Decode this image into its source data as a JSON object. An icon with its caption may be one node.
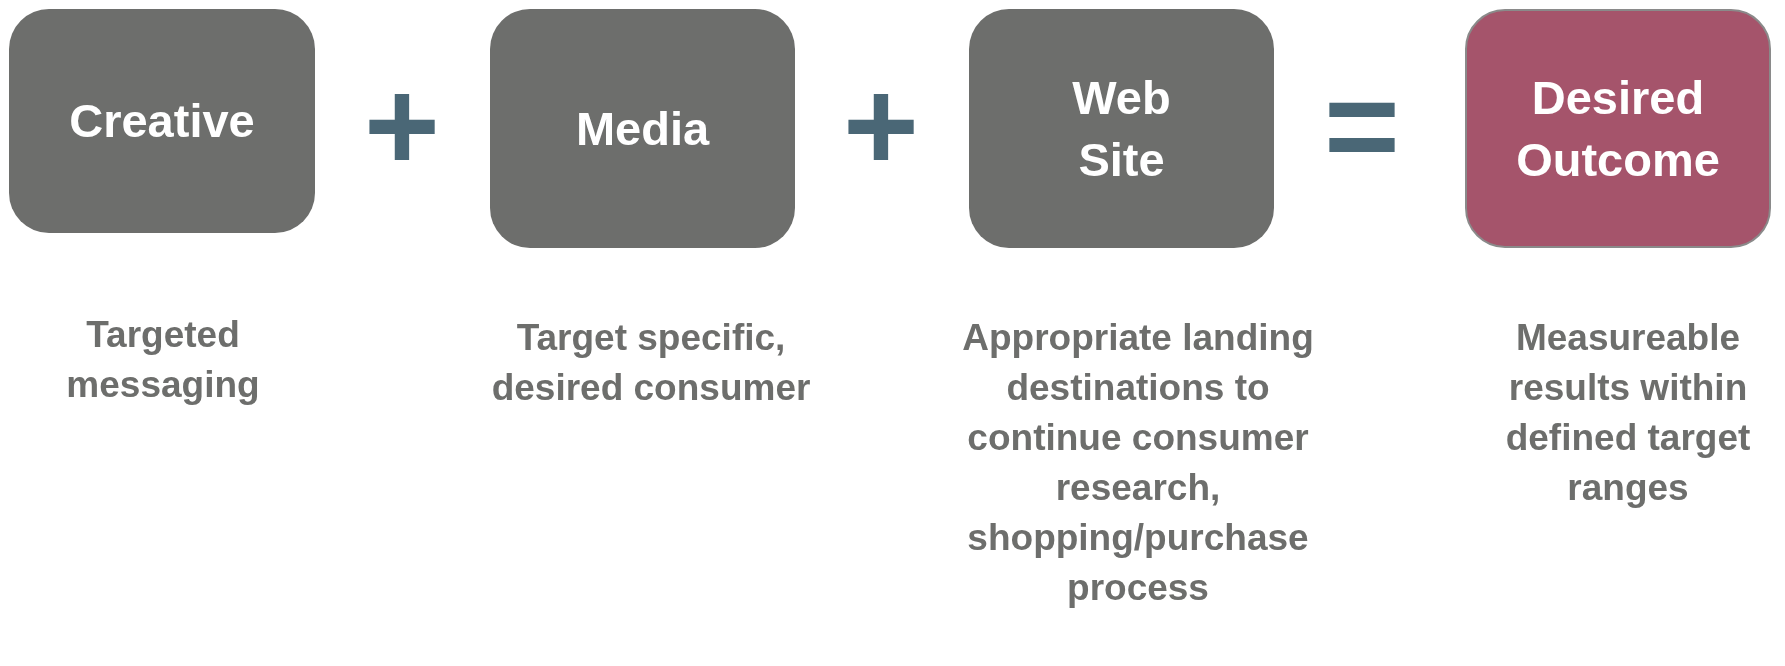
{
  "diagram": {
    "nodes": [
      {
        "text": [
          "Creative"
        ],
        "beside": [
          "Targeted messaging"
        ]
      },
      {
        "text": [
          "Media"
        ],
        "beside": [
          "Target specific, desired consumer"
        ]
      },
      {
        "text": [
          "Web Site"
        ],
        "beside": [
          "Appropriate landing destinations to continue consumer research, shopping/purchase process"
        ]
      },
      {
        "text": [
          "Desired Outcome"
        ],
        "beside": [
          "Measureable results within defined target ranges"
        ]
      }
    ],
    "labels": [
      "+",
      "+",
      "="
    ]
  }
}
